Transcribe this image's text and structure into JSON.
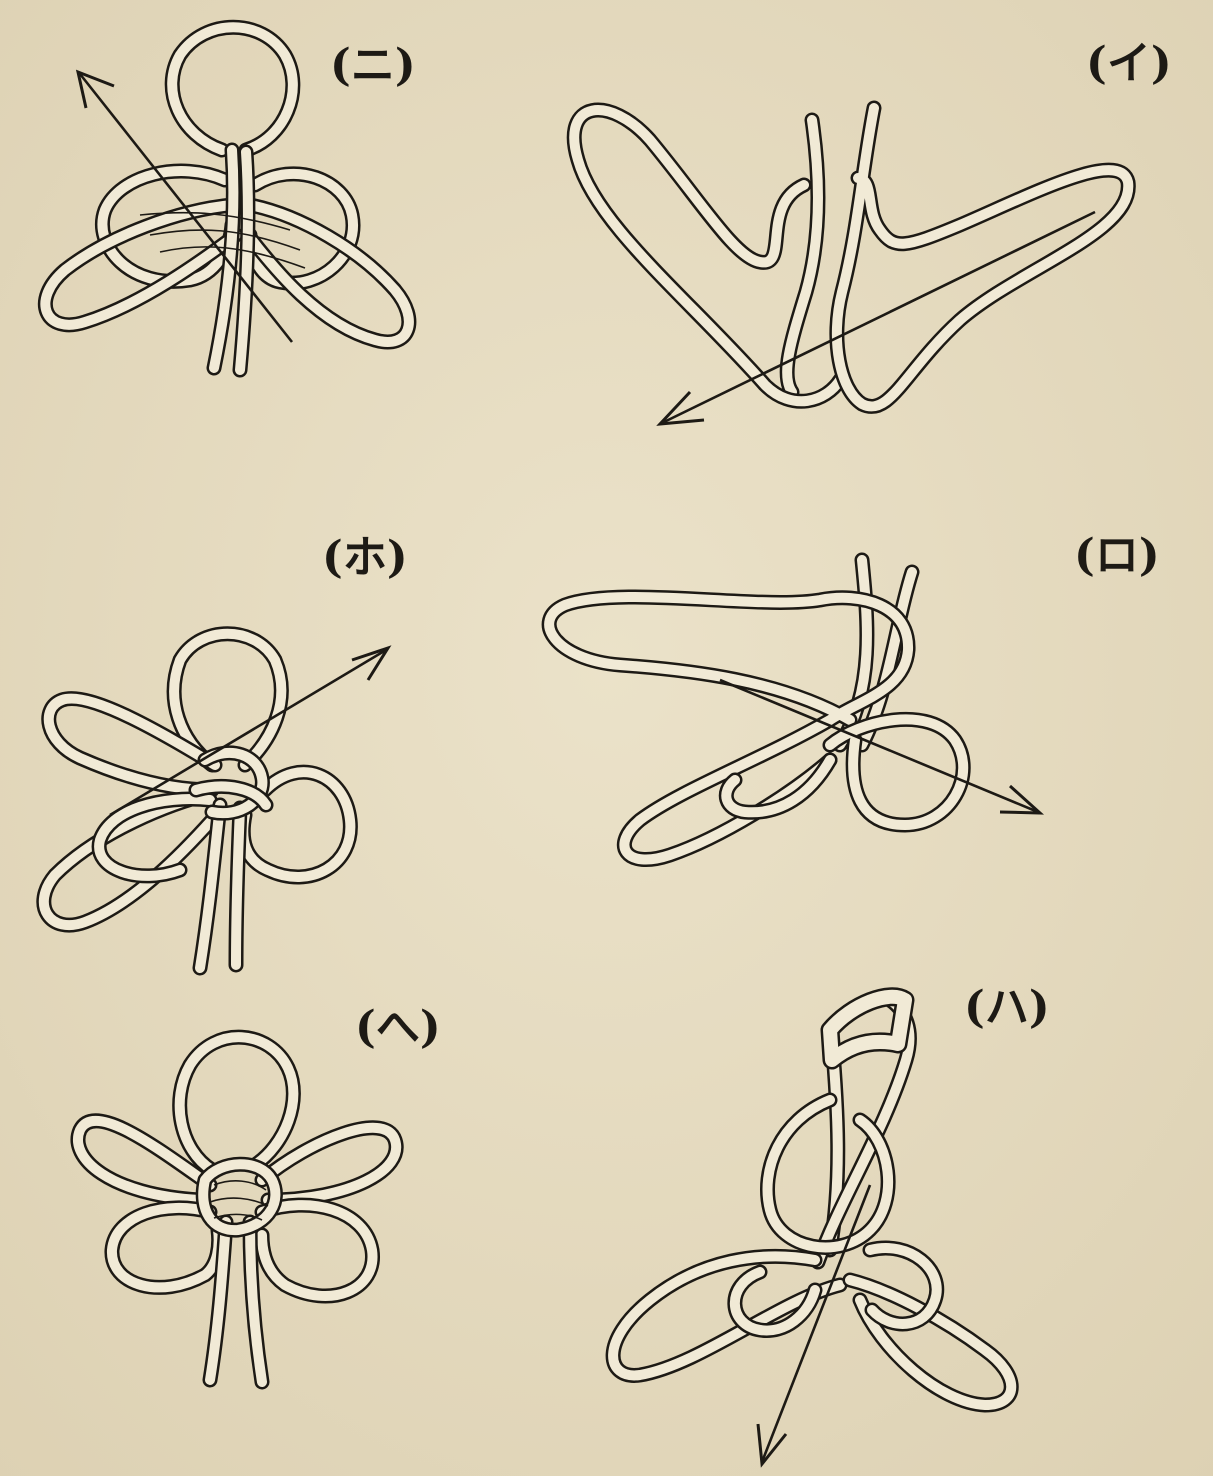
{
  "figures": [
    {
      "id": "i",
      "label": "(イ)"
    },
    {
      "id": "ro",
      "label": "(ロ)"
    },
    {
      "id": "ha",
      "label": "(ハ)"
    },
    {
      "id": "ni",
      "label": "(ニ)"
    },
    {
      "id": "ho",
      "label": "(ホ)"
    },
    {
      "id": "he",
      "label": "(へ)"
    }
  ],
  "colors": {
    "paper": "#e6dcc2",
    "ink": "#1d1a15",
    "rope_fill": "#f1ead6"
  }
}
